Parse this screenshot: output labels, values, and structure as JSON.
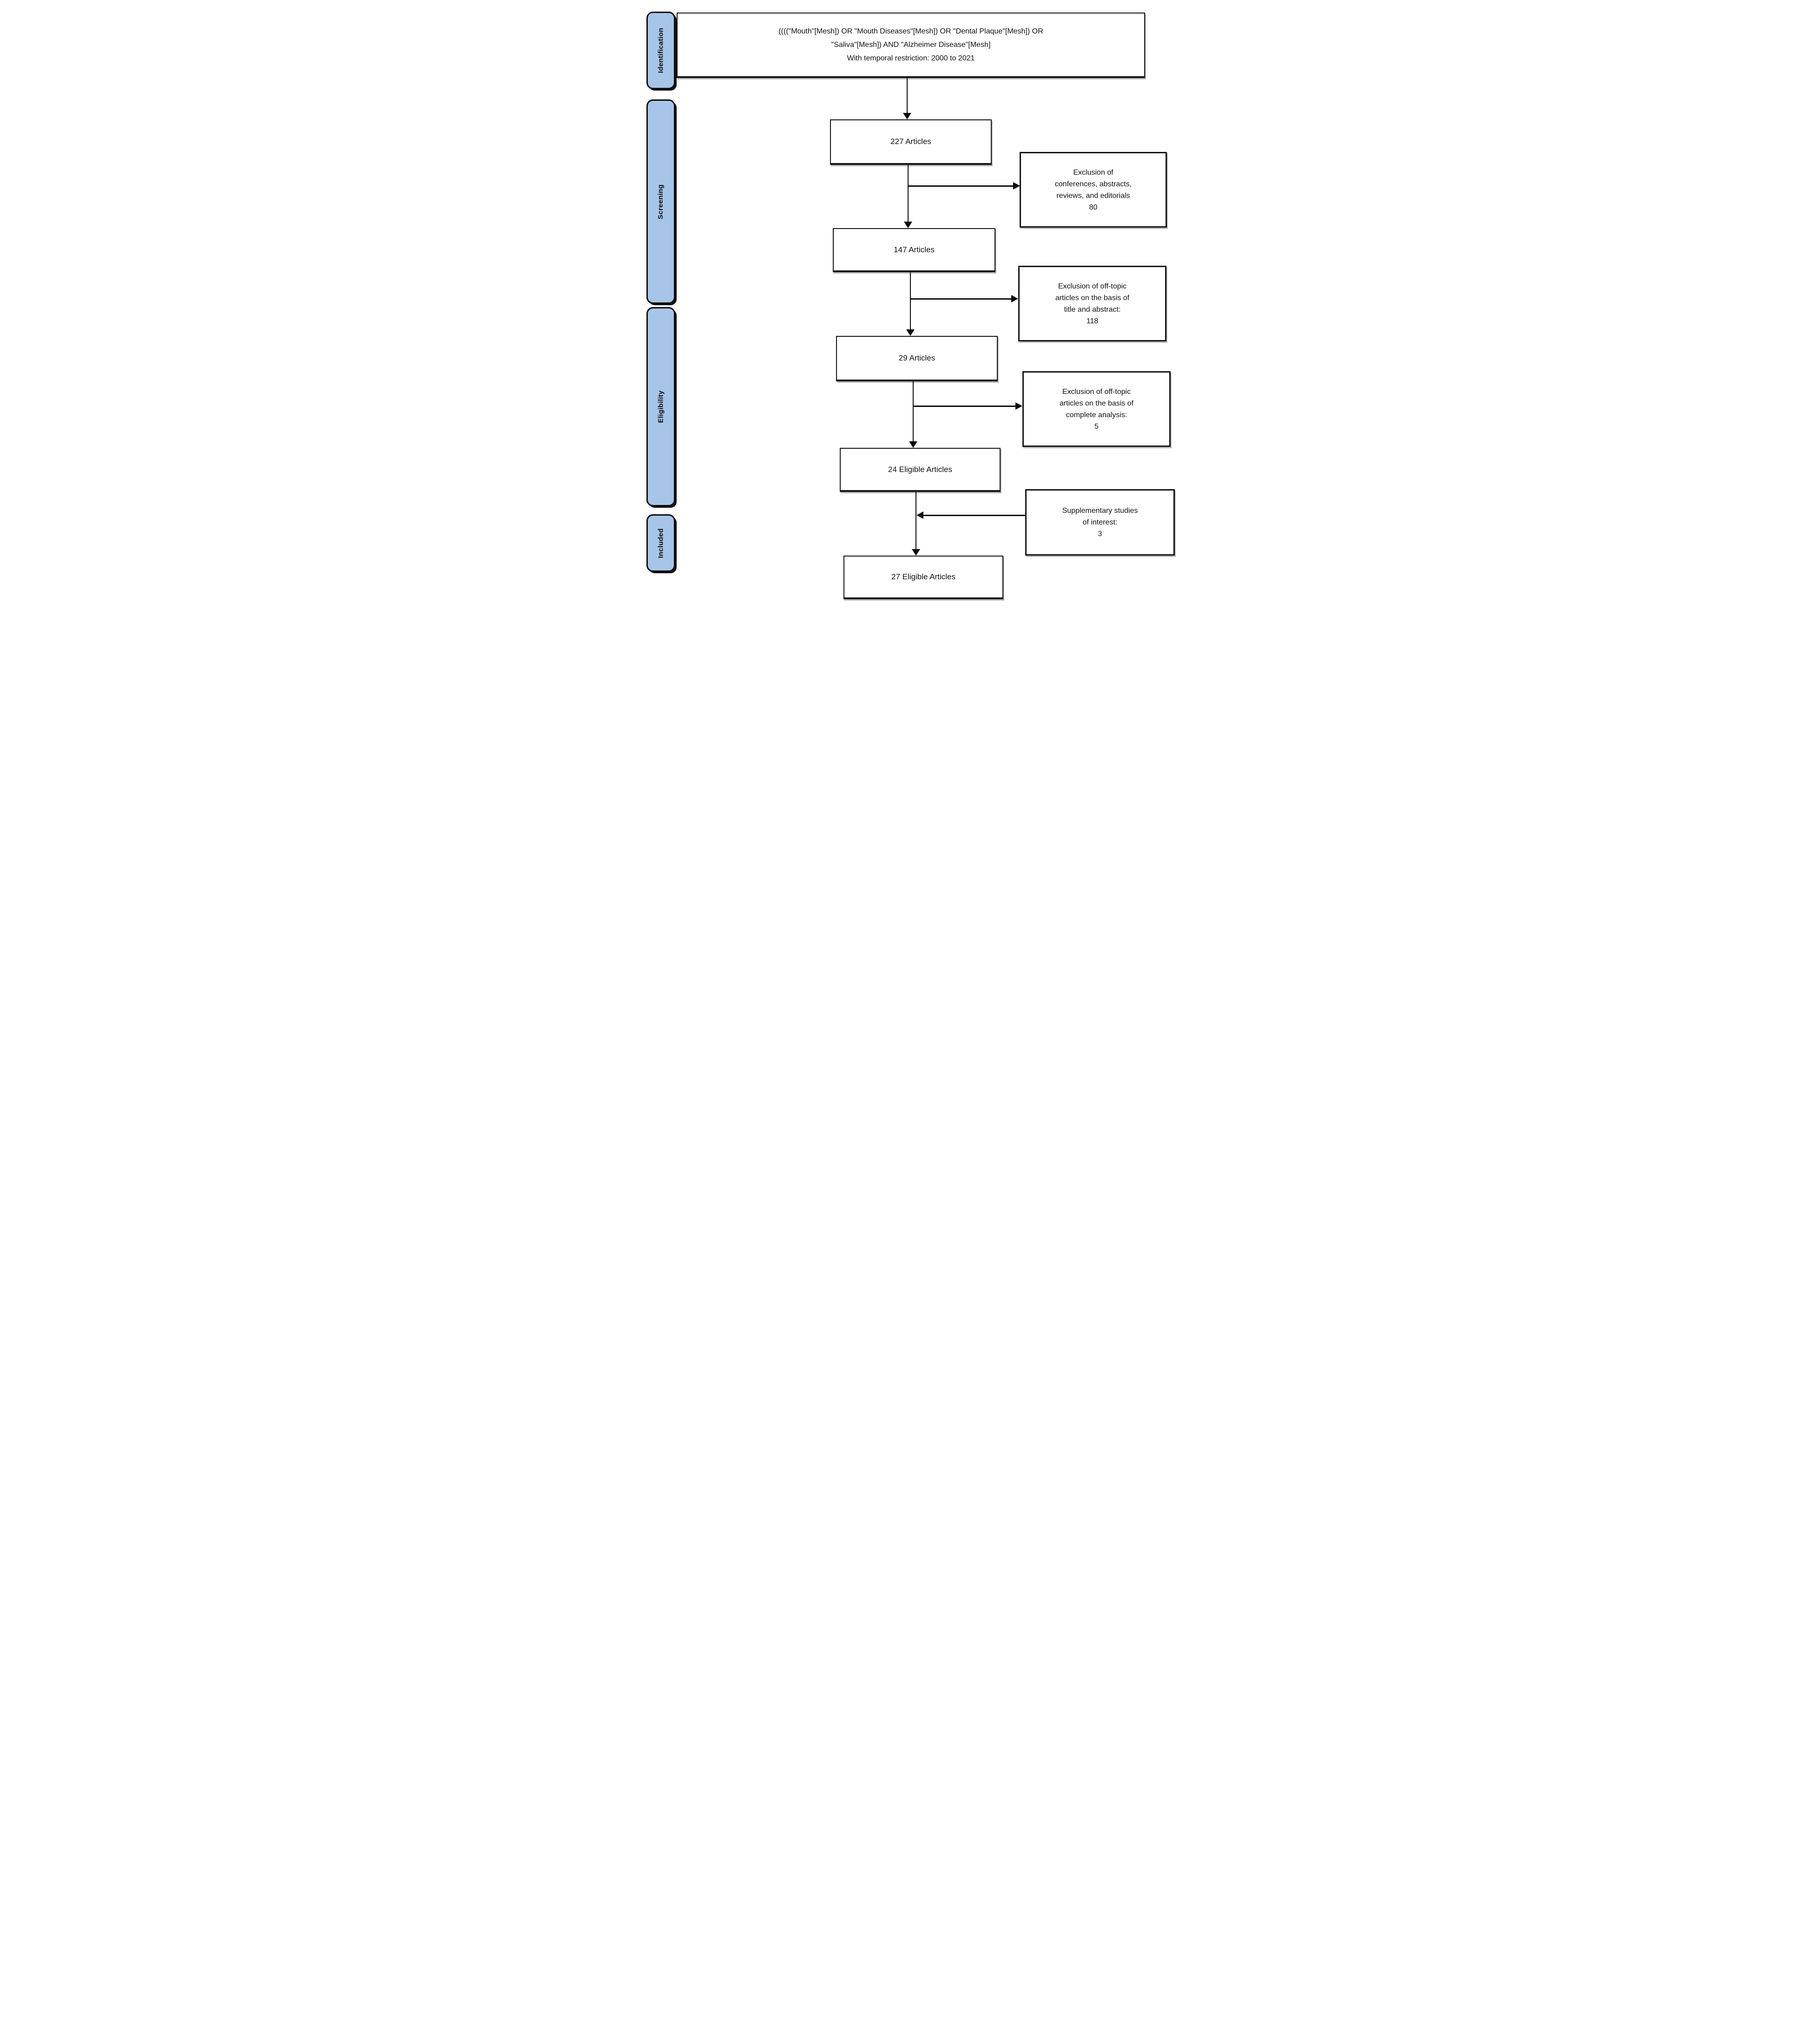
{
  "stages": [
    {
      "label": "Identification"
    },
    {
      "label": "Screening"
    },
    {
      "label": "Eligibility"
    },
    {
      "label": "Included"
    }
  ],
  "query_box": {
    "lines": [
      "((((\"Mouth\"[Mesh]) OR \"Mouth Diseases\"[Mesh]) OR \"Dental Plaque\"[Mesh]) OR",
      "\"Saliva\"[Mesh]) AND \"Alzheimer Disease\"[Mesh]",
      "With temporal restriction: 2000 to 2021"
    ]
  },
  "flow_boxes": [
    {
      "label": "227 Articles"
    },
    {
      "label": "147 Articles"
    },
    {
      "label": "29 Articles"
    },
    {
      "label": "24 Eligible Articles"
    },
    {
      "label": "27 Eligible Articles"
    }
  ],
  "side_boxes": [
    {
      "lines": [
        "Exclusion of",
        "conferences, abstracts,",
        "reviews, and editorials",
        "80"
      ]
    },
    {
      "lines": [
        "Exclusion of off-topic",
        "articles on the basis of",
        "title and abstract:",
        "118"
      ]
    },
    {
      "lines": [
        "Exclusion of off-topic",
        "articles on the basis of",
        "complete analysis:",
        "5"
      ]
    },
    {
      "lines": [
        "Supplementary studies",
        "of interest:",
        "3"
      ]
    }
  ],
  "colors": {
    "stage_fill": "#a7c5e8",
    "line": "#0a0a0a",
    "background": "#ffffff"
  }
}
